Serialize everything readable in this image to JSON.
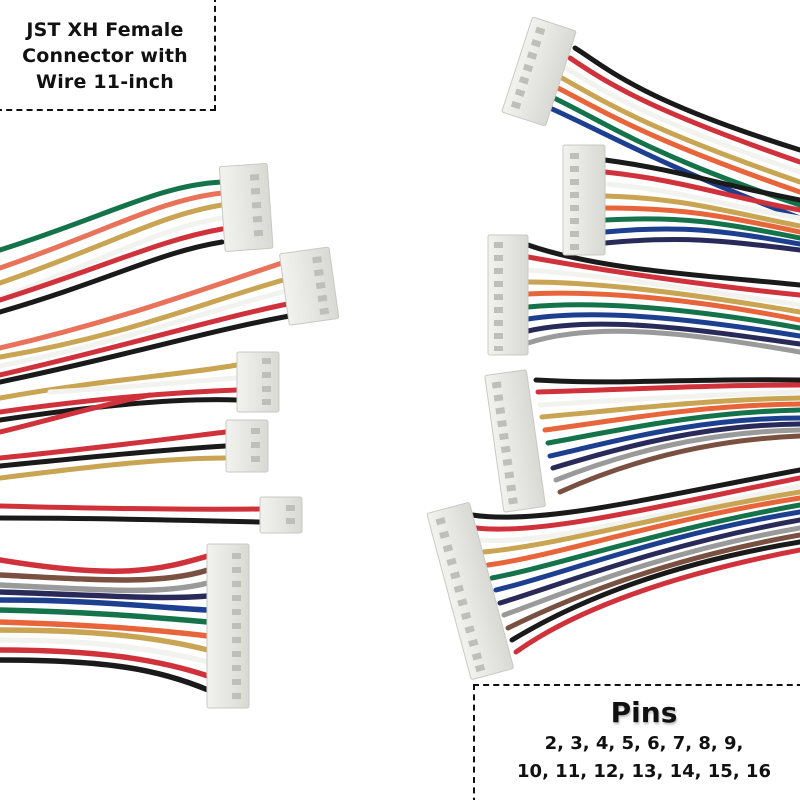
{
  "image": {
    "description": "Product photo of JST XH female connectors with pre-crimped wire leads in various pin counts",
    "background": "#ffffff"
  },
  "title_box": {
    "lines": [
      "JST XH Female",
      "Connector with",
      "Wire 11-inch"
    ]
  },
  "pins_box": {
    "title": "Pins",
    "line1": "2, 3, 4, 5, 6, 7, 8, 9,",
    "line2": "10, 11, 12, 13, 14, 15, 16"
  },
  "colors": {
    "connector_body": "#e9e9e6",
    "connector_shadow": "#c9c9c4",
    "wire_black": "#1a1a1a",
    "wire_red": "#d0323c",
    "wire_white": "#f2f2ee",
    "wire_yellow": "#c9a452",
    "wire_orange": "#e8643a",
    "wire_green": "#14734a",
    "wire_blue": "#1c3f8f",
    "wire_navy": "#2a2a5a",
    "wire_grey": "#9a9a9a",
    "wire_brown": "#7a5040",
    "wire_salmon": "#e9735a"
  },
  "left_connectors": [
    {
      "pins": 6,
      "wires": [
        "green",
        "salmon",
        "yellow",
        "white",
        "red",
        "black"
      ]
    },
    {
      "pins": 5,
      "wires": [
        "salmon",
        "yellow",
        "white",
        "red",
        "black"
      ]
    },
    {
      "pins": 4,
      "wires": [
        "yellow",
        "white",
        "red",
        "black"
      ]
    },
    {
      "pins": 3,
      "wires": [
        "red",
        "black",
        "yellow"
      ]
    },
    {
      "pins": 2,
      "wires": [
        "red",
        "black"
      ]
    },
    {
      "pins": 11,
      "wires": [
        "red",
        "brown",
        "grey",
        "navy",
        "blue",
        "green",
        "orange",
        "yellow",
        "white",
        "red",
        "black"
      ]
    }
  ],
  "right_connectors": [
    {
      "pins": 7,
      "wires": [
        "black",
        "red",
        "white",
        "yellow",
        "orange",
        "green",
        "blue"
      ]
    },
    {
      "pins": 8,
      "wires": [
        "black",
        "red",
        "white",
        "yellow",
        "orange",
        "green",
        "blue",
        "navy"
      ]
    },
    {
      "pins": 9,
      "wires": [
        "black",
        "red",
        "white",
        "yellow",
        "orange",
        "green",
        "blue",
        "navy",
        "grey"
      ]
    },
    {
      "pins": 10,
      "wires": [
        "black",
        "red",
        "white",
        "yellow",
        "orange",
        "green",
        "blue",
        "navy",
        "grey",
        "brown"
      ]
    },
    {
      "pins": 12,
      "wires": [
        "black",
        "red",
        "white",
        "yellow",
        "orange",
        "green",
        "blue",
        "navy",
        "grey",
        "brown",
        "black",
        "red"
      ]
    }
  ]
}
